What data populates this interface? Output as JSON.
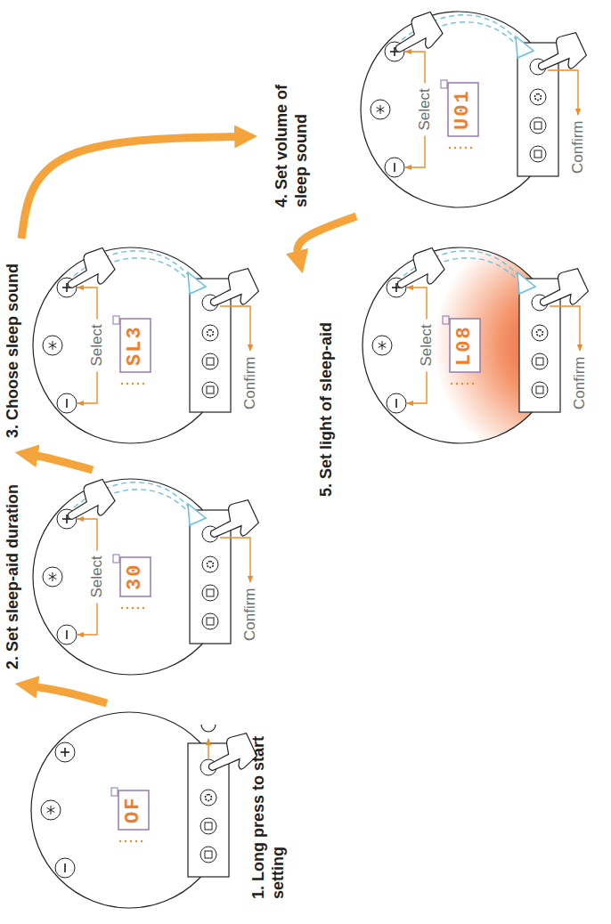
{
  "diagram": {
    "nodes": [
      {
        "text": [
          "1. Long press to start setting",
          "OF"
        ]
      },
      {
        "text": [
          "2. Set sleep-aid duration",
          "30",
          "Select",
          "Confirm"
        ]
      },
      {
        "text": [
          "3. Choose sleep sound",
          "SL3",
          "Select",
          "Confirm"
        ]
      },
      {
        "text": [
          "4. Set volume of sleep sound",
          "U01",
          "Select",
          "Confirm"
        ]
      },
      {
        "text": [
          "5. Set light of sleep-aid",
          "L08",
          "Select",
          "Confirm"
        ]
      }
    ],
    "edges": [
      {
        "from": 0,
        "to": 1,
        "arrow": "to"
      },
      {
        "from": 1,
        "to": 2,
        "arrow": "to"
      },
      {
        "from": 2,
        "to": 3,
        "arrow": "to"
      },
      {
        "from": 3,
        "to": 4,
        "arrow": "to"
      }
    ]
  }
}
